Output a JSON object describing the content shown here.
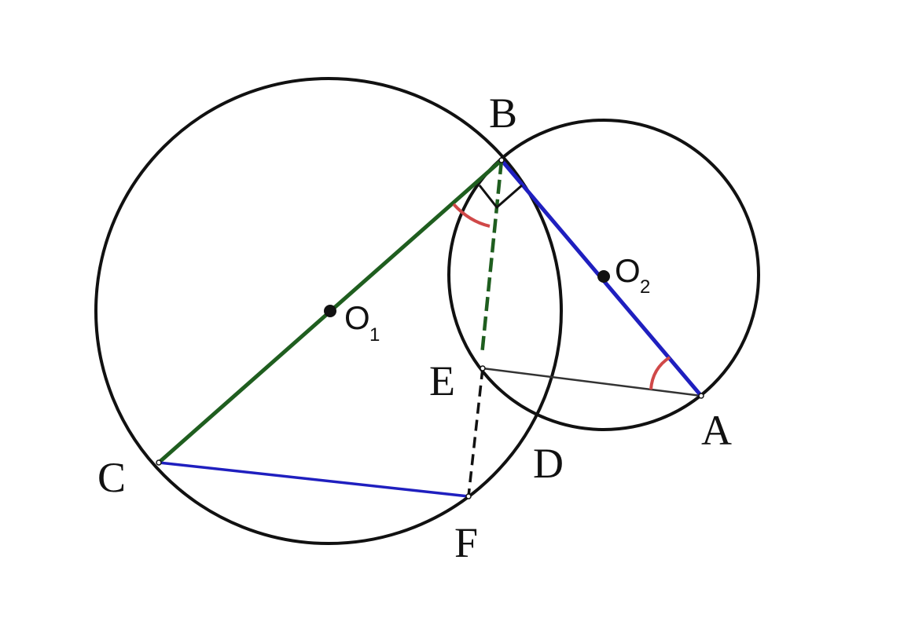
{
  "labels": {
    "B": "B",
    "A": "A",
    "C": "C",
    "D": "D",
    "E": "E",
    "F": "F",
    "O1": "O",
    "O1_sub": "1",
    "O2": "O",
    "O2_sub": "2"
  },
  "colors": {
    "circle": "#111111",
    "green_segment": "#1f5e1f",
    "blue_segment": "#1f1fbf",
    "thin_segment": "#333333",
    "angle_arc": "#d04848"
  }
}
